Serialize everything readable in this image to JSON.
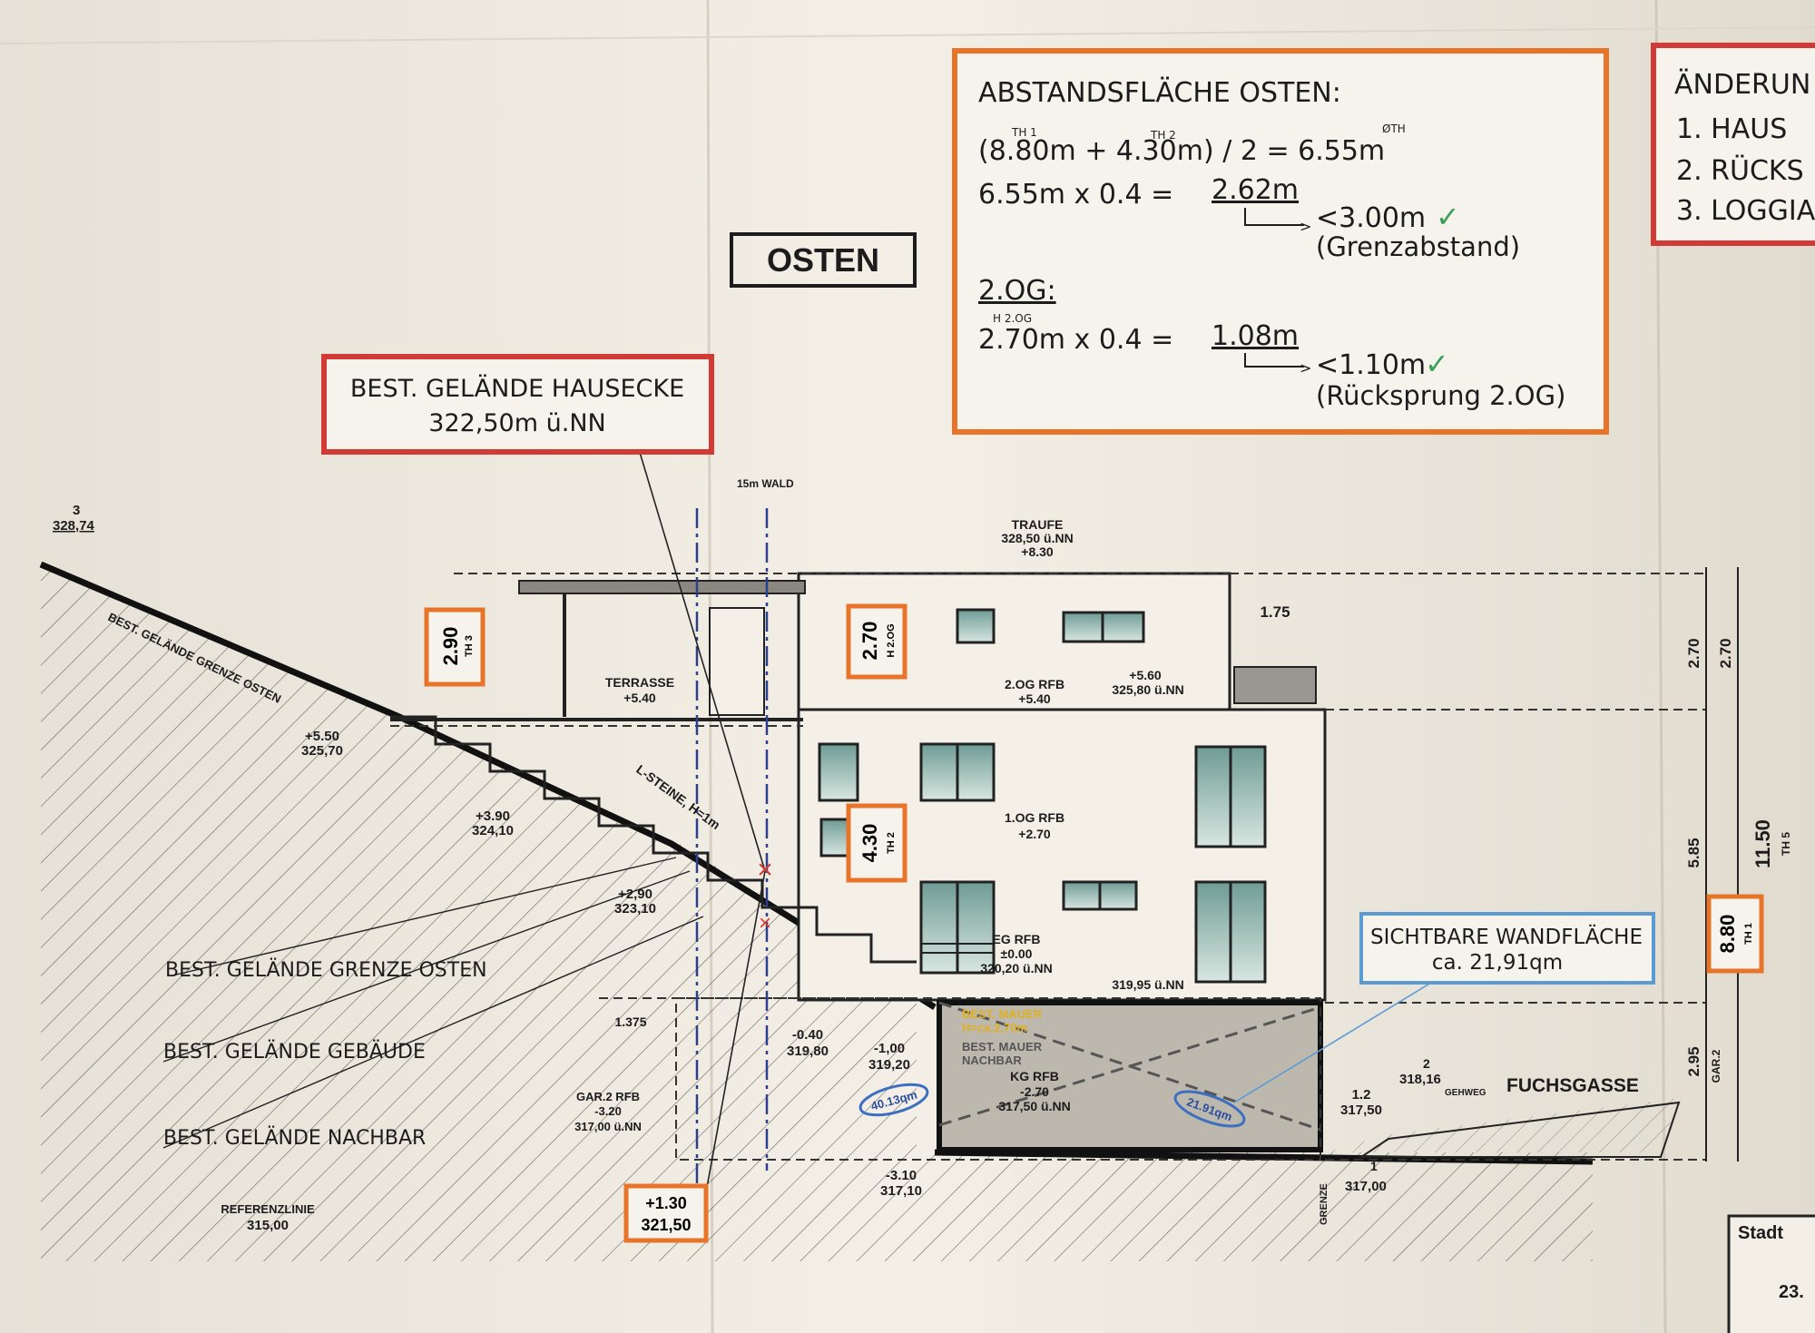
{
  "title_osten": "OSTEN",
  "abstand": {
    "heading": "ABSTANDSFLÄCHE OSTEN:",
    "th1_tag": "TH 1",
    "th2_tag": "TH 2",
    "oth_tag": "ØTH",
    "formula": "(8.80m + 4.30m) / 2 = 6.55m",
    "line2_left": "6.55m x 0.4 = ",
    "line2_result": "2.62m",
    "line2_check": "<3.00m",
    "line2_note": "(Grenzabstand)",
    "og2_label": "2.OG:",
    "h2og_tag": "H 2.OG",
    "line3_left": "2.70m x 0.4 = ",
    "line3_result": "1.08m",
    "line3_check": "<1.10m",
    "line3_note": "(Rücksprung 2.OG)",
    "check_mark": "✓"
  },
  "aenderungen": {
    "heading": "ÄNDERUN",
    "items": [
      "1.  HAUS",
      "2.  RÜCKS",
      "3.  LOGGIA"
    ]
  },
  "hausecke": {
    "line1": "BEST. GELÄNDE HAUSECKE",
    "line2": "322,50m ü.NN"
  },
  "sichtbar": {
    "line1": "SICHTBARE WANDFLÄCHE",
    "line2": "ca. 21,91qm"
  },
  "tags": {
    "th3": {
      "value": "2.90",
      "sub": "TH 3"
    },
    "h2og": {
      "value": "2.70",
      "sub": "H 2.OG"
    },
    "th2": {
      "value": "4.30",
      "sub": "TH 2"
    },
    "th1": {
      "value": "8.80",
      "sub": "TH 1"
    },
    "ref": {
      "line1": "+1.30",
      "line2": "321,50"
    }
  },
  "left_labels": [
    "BEST. GELÄNDE GRENZE OSTEN",
    "BEST. GELÄNDE GEBÄUDE",
    "BEST. GELÄNDE NACHBAR"
  ],
  "plan_text": {
    "pt3_num": "3",
    "pt3_val": "328,74",
    "slope_label": "BEST. GELÄNDE GRENZE OSTEN",
    "wald": "15m WALD",
    "traufe": [
      "TRAUFE",
      "328,50 ü.NN",
      "+8.30"
    ],
    "terrasse": [
      "TERRASSE",
      "+5.40"
    ],
    "og2_rfb": [
      "2.OG RFB",
      "+5.40"
    ],
    "plus560": [
      "+5.60",
      "325,80 ü.NN"
    ],
    "dim175": "1.75",
    "og1_rfb": [
      "1.OG RFB",
      "+2.70"
    ],
    "eg_rfb": [
      "EG RFB",
      "±0.00",
      "320,20 ü.NN"
    ],
    "v31995": "319,95 ü.NN",
    "kg_rfb": [
      "KG RFB",
      "-2.70",
      "317,50 ü.NN"
    ],
    "lsteine": "L-STEINE, H=1m",
    "e550": [
      "+5.50",
      "325,70"
    ],
    "e390": [
      "+3.90",
      "324,10"
    ],
    "e290": [
      "+2,90",
      "323,10"
    ],
    "dim1375": "1.375",
    "m040": [
      "-0.40",
      "319,80"
    ],
    "m100": [
      "-1,00",
      "319,20"
    ],
    "gar2": [
      "GAR.2 RFB",
      "-3.20",
      "317,00 ü.NN"
    ],
    "m310": [
      "-3.10",
      "317,10"
    ],
    "mauer1": [
      "BEST. MAUER",
      "H=ca.2,70m"
    ],
    "mauer2": [
      "BEST. MAUER",
      "NACHBAR"
    ],
    "area1": "40.13qm",
    "area2": "21.91qm",
    "referenz": [
      "REFERENZLINIE",
      "315,00"
    ],
    "grenze": "GRENZE",
    "pt1": [
      "1",
      "317,00"
    ],
    "pt2": [
      "2",
      "318,16"
    ],
    "gehweg": "GEHWEG",
    "v12": [
      "1.2",
      "317,50"
    ],
    "fuchsgasse": "FUCHSGASSE",
    "right_dims": [
      "2.70",
      "2.70",
      "5.85",
      "11.50",
      "TH 5",
      "2.95",
      "GAR.2"
    ],
    "stamp": [
      "Stadt",
      "23."
    ]
  },
  "colors": {
    "orange": "#e8742a",
    "red": "#d23a36",
    "blue": "#5a9bd4",
    "green": "#3aa05a",
    "ink": "#1c1c1c",
    "paper": "#efeae0"
  }
}
